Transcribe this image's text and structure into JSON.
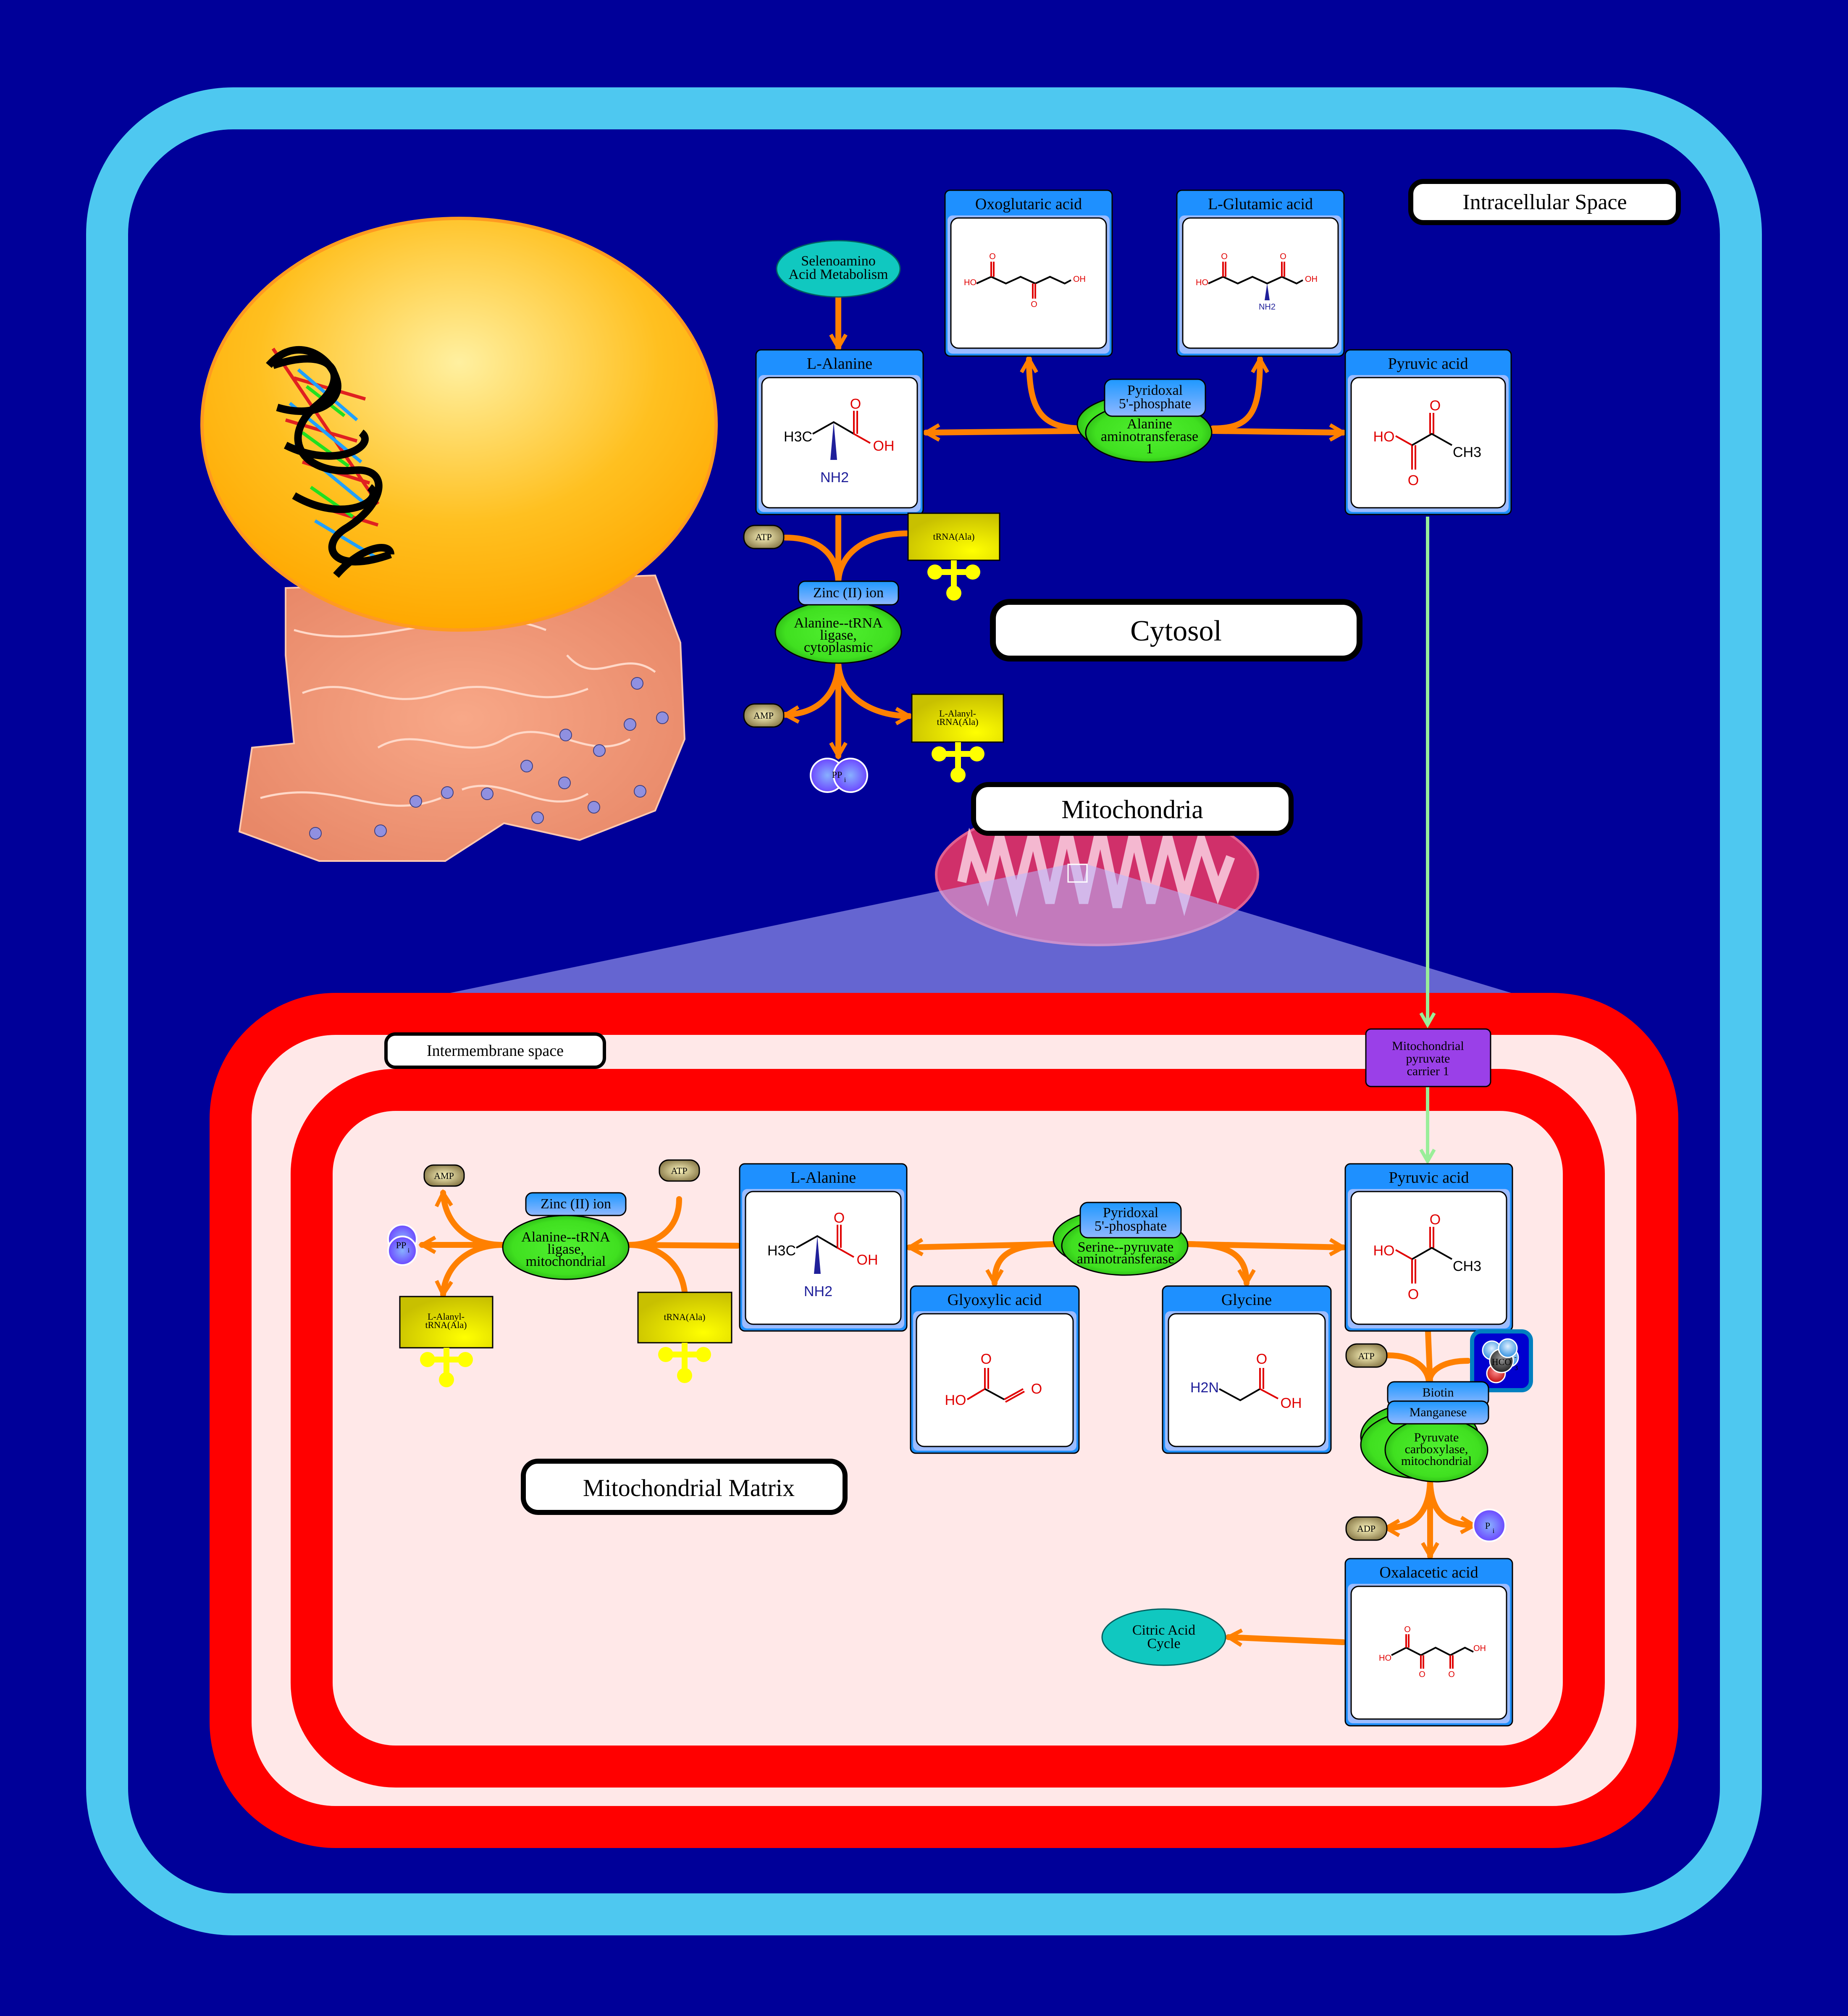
{
  "labels": {
    "intracellular_space": "Intracellular Space",
    "cytosol": "Cytosol",
    "mitochondria": "Mitochondria",
    "intermembrane_space": "Intermembrane space",
    "mitochondrial_matrix": "Mitochondrial Matrix"
  },
  "pathways": {
    "selenoamino": [
      "Selenoamino",
      "Acid Metabolism"
    ],
    "citric_acid": [
      "Citric Acid",
      "Cycle"
    ]
  },
  "compounds": {
    "oxoglutaric": {
      "title": "Oxoglutaric acid",
      "atoms": [
        "HO",
        "O",
        "O",
        "OH"
      ]
    },
    "glutamic": {
      "title": "L-Glutamic acid",
      "atoms": [
        "HO",
        "O",
        "O",
        "OH",
        "NH2"
      ]
    },
    "alanine_cyto": {
      "title": "L-Alanine",
      "atoms": [
        "H3C",
        "O",
        "OH",
        "NH2"
      ]
    },
    "pyruvic_cyto": {
      "title": "Pyruvic acid",
      "atoms": [
        "HO",
        "O",
        "O",
        "CH3"
      ]
    },
    "alanine_mito": {
      "title": "L-Alanine",
      "atoms": [
        "H3C",
        "O",
        "OH",
        "NH2"
      ]
    },
    "pyruvic_mito": {
      "title": "Pyruvic acid",
      "atoms": [
        "HO",
        "O",
        "O",
        "CH3"
      ]
    },
    "glyoxylic": {
      "title": "Glyoxylic acid",
      "atoms": [
        "HO",
        "O",
        "O"
      ]
    },
    "glycine": {
      "title": "Glycine",
      "atoms": [
        "H2N",
        "O",
        "OH"
      ]
    },
    "oxalacetic": {
      "title": "Oxalacetic acid",
      "atoms": [
        "HO",
        "O",
        "O",
        "O",
        "OH"
      ]
    }
  },
  "enzymes": {
    "alt1": {
      "name": [
        "Alanine",
        "aminotransferase",
        "1"
      ],
      "cofactor": [
        "Pyridoxal",
        "5'-phosphate"
      ]
    },
    "ligase_cyto": {
      "name": [
        "Alanine--tRNA",
        "ligase,",
        "cytoplasmic"
      ],
      "cofactor": "Zinc (II) ion"
    },
    "spat": {
      "name": [
        "Serine--pyruvate",
        "aminotransferase"
      ],
      "cofactor": [
        "Pyridoxal",
        "5'-phosphate"
      ]
    },
    "ligase_mito": {
      "name": [
        "Alanine--tRNA",
        "ligase,",
        "mitochondrial"
      ],
      "cofactor": "Zinc (II) ion"
    },
    "pc": {
      "name": [
        "Pyruvate",
        "carboxylase,",
        "mitochondrial"
      ],
      "cofactors": [
        "Biotin",
        "Manganese"
      ]
    }
  },
  "transporter": {
    "name": [
      "Mitochondrial",
      "pyruvate",
      "carrier 1"
    ]
  },
  "small_molecules": {
    "atp_cyto": "ATP",
    "amp_cyto": "AMP",
    "ppi_cyto": "PP",
    "ppi_sub": "i",
    "atp_mito": "ATP",
    "amp_mito": "AMP",
    "ppi_mito": "PP",
    "ppi_mito_sub": "i",
    "atp_pc": "ATP",
    "adp_pc": "ADP",
    "pi_pc": "P",
    "pi_sub": "i",
    "hco3": "HCO",
    "hco3_sub": "3",
    "hco3_sup": "-"
  },
  "trna": {
    "trna_cyto": [
      "tRNA(Ala)"
    ],
    "alanyl_cyto": [
      "L-Alanyl-",
      "tRNA(Ala)"
    ],
    "trna_mito": [
      "tRNA(Ala)"
    ],
    "alanyl_mito": [
      "L-Alanyl-",
      "tRNA(Ala)"
    ]
  },
  "colors": {
    "background": "#000099",
    "cell_border": "#4ec8f0",
    "mito_membrane": "#ff0000",
    "mito_fill": "#ffe8e8",
    "arrow": "#ff8000",
    "transport_line": "#99ee99",
    "enzyme": "#40e020",
    "cofactor": "#30a0ff",
    "transporter": "#9a40e8"
  }
}
